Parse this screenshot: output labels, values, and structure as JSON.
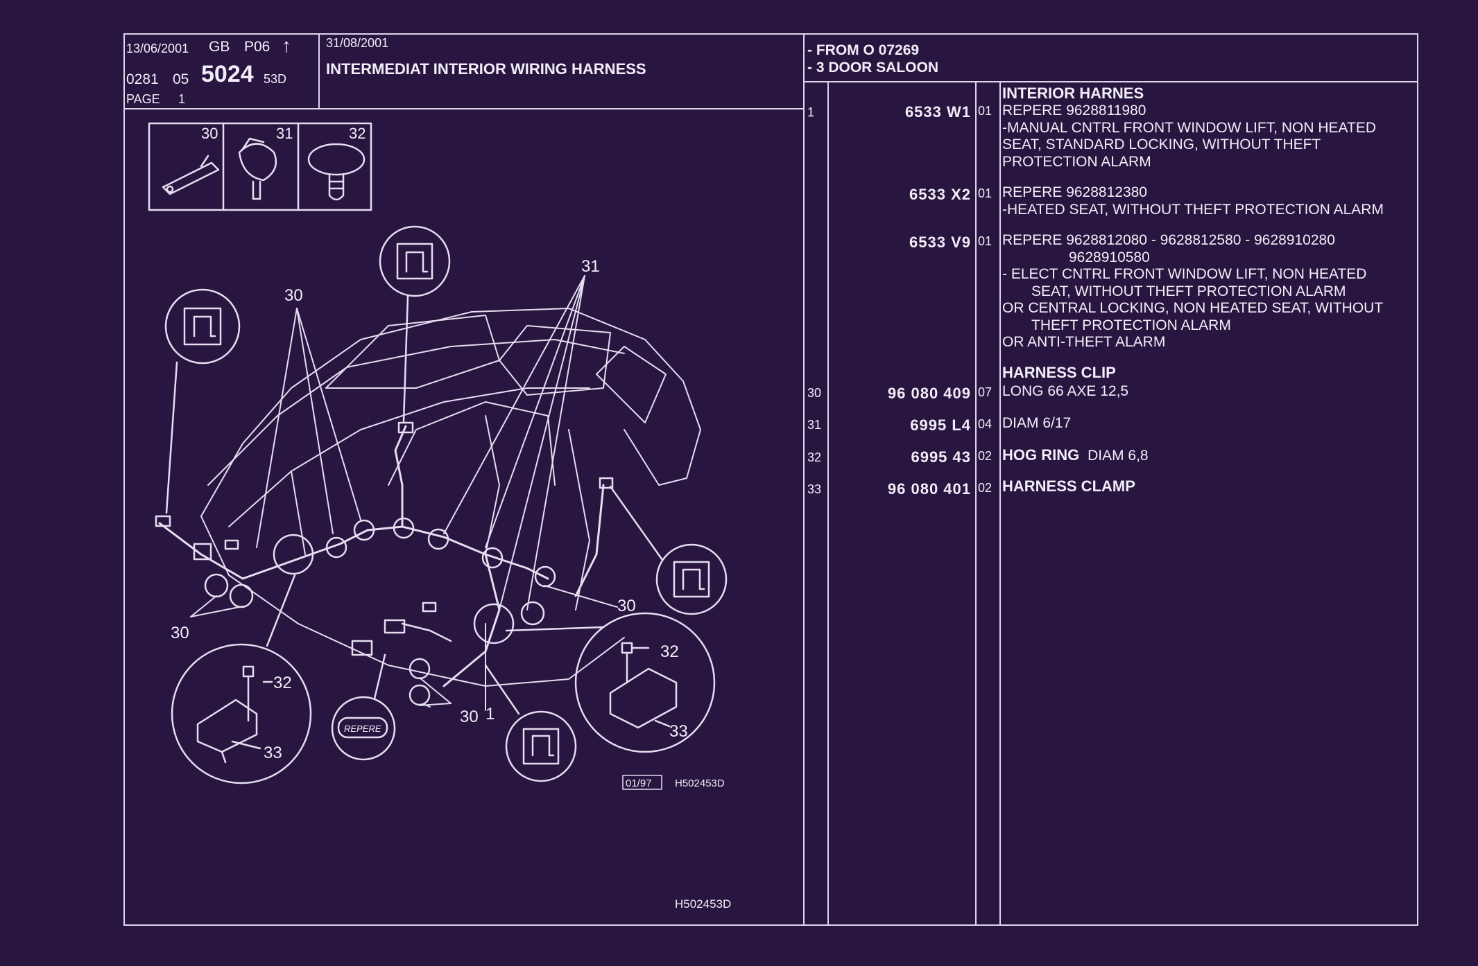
{
  "header": {
    "date": "13/06/2001",
    "country": "GB",
    "page_code": "P06",
    "code_prefix": "0281",
    "code_group": "05",
    "code_main": "5024",
    "code_suffix": "53D",
    "page_label": "PAGE",
    "page_number": "1",
    "update_date": "31/08/2001",
    "title": "INTERMEDIAT INTERIOR WIRING HARNESS",
    "applicability": [
      "- FROM O  07269",
      "- 3 DOOR SALOON"
    ]
  },
  "diagram": {
    "small_parts": [
      "30",
      "31",
      "32"
    ],
    "callouts": {
      "c30": "30",
      "c31": "31",
      "c32": "32",
      "c33": "33",
      "c1": "1"
    },
    "badge_text": "REPERE",
    "edition": "01/97",
    "ref_code": "H502453D",
    "footer_code": "H502453D"
  },
  "parts": [
    {
      "ref": "1",
      "part": "6533 W1",
      "qty": "01",
      "heading": "INTERIOR HARNES",
      "lines": [
        "REPERE  9628811980",
        "-MANUAL CNTRL FRONT WINDOW LIFT, NON HEATED",
        "SEAT, STANDARD LOCKING, WITHOUT THEFT",
        "PROTECTION ALARM"
      ]
    },
    {
      "ref": "",
      "part": "6533 X2",
      "qty": "01",
      "heading": "",
      "lines": [
        "REPERE  9628812380",
        "-HEATED SEAT, WITHOUT THEFT PROTECTION ALARM"
      ]
    },
    {
      "ref": "",
      "part": "6533 V9",
      "qty": "01",
      "heading": "",
      "lines": [
        "REPERE  9628812080 - 9628812580 - 9628910280",
        "9628910580",
        "-      ELECT CNTRL FRONT WINDOW LIFT, NON HEATED",
        "SEAT, WITHOUT THEFT PROTECTION ALARM",
        "OR CENTRAL LOCKING, NON HEATED SEAT, WITHOUT",
        "THEFT PROTECTION ALARM",
        "OR ANTI-THEFT ALARM"
      ]
    },
    {
      "ref": "30",
      "part": "96 080 409",
      "qty": "07",
      "heading": "HARNESS CLIP",
      "lines": [
        "LONG 66 AXE 12,5"
      ]
    },
    {
      "ref": "31",
      "part": "6995 L4",
      "qty": "04",
      "heading": "",
      "lines": [
        "DIAM 6/17"
      ]
    },
    {
      "ref": "32",
      "part": "6995 43",
      "qty": "02",
      "heading": "HOG RING",
      "lines": [
        "DIAM 6,8"
      ]
    },
    {
      "ref": "33",
      "part": "96 080 401",
      "qty": "02",
      "heading": "HARNESS CLAMP",
      "lines": []
    }
  ],
  "colors": {
    "background": "#281641",
    "line": "#dcd6ec",
    "text": "#f2eef8"
  }
}
